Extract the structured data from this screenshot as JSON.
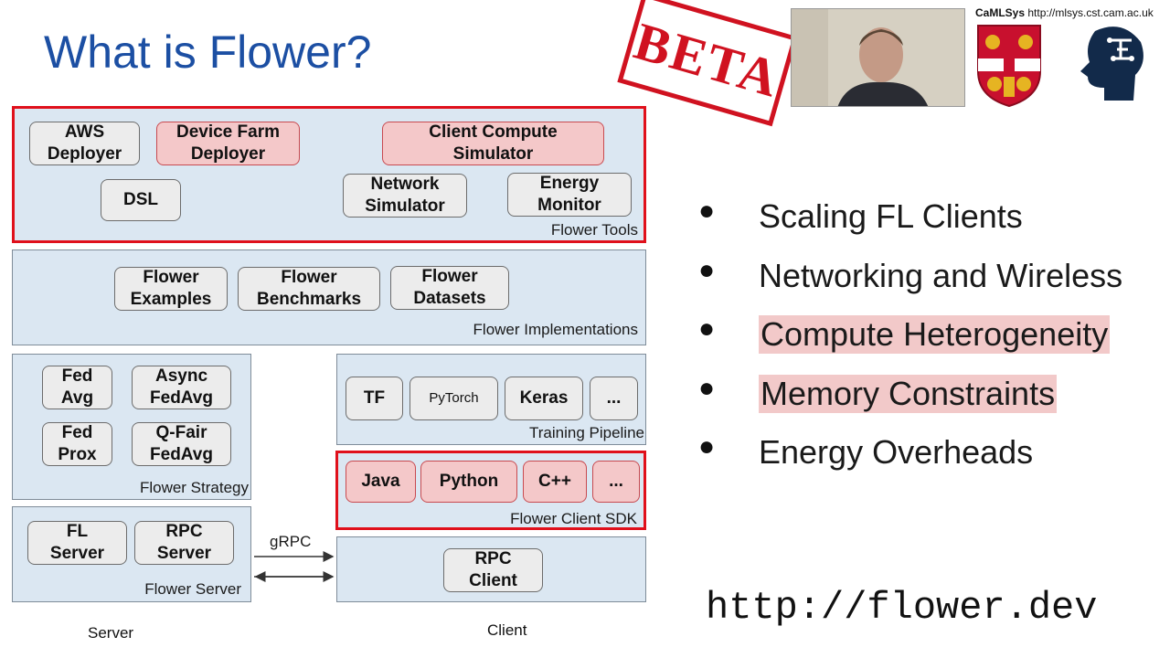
{
  "slide": {
    "title": "What is Flower?",
    "beta_stamp": "BETA",
    "branding": {
      "org": "CaMLSys",
      "url": "http://mlsys.cst.cam.ac.uk"
    }
  },
  "panels": {
    "tools": {
      "label": "Flower Tools",
      "items": [
        "AWS\nDeployer",
        "Device Farm\nDeployer",
        "Client Compute\nSimulator",
        "DSL",
        "Network\nSimulator",
        "Energy\nMonitor"
      ]
    },
    "implementations": {
      "label": "Flower Implementations",
      "items": [
        "Flower\nExamples",
        "Flower\nBenchmarks",
        "Flower\nDatasets"
      ]
    },
    "strategy": {
      "label": "Flower Strategy",
      "items": [
        "Fed\nAvg",
        "Async\nFedAvg",
        "Fed\nProx",
        "Q-Fair\nFedAvg"
      ]
    },
    "training": {
      "label": "Training Pipeline",
      "items": [
        "TF",
        "PyTorch",
        "Keras",
        "..."
      ]
    },
    "sdk": {
      "label": "Flower Client SDK",
      "items": [
        "Java",
        "Python",
        "C++",
        "..."
      ]
    },
    "server": {
      "label": "Flower Server",
      "items": [
        "FL\nServer",
        "RPC\nServer"
      ]
    },
    "client": {
      "items": [
        "RPC\nClient"
      ]
    }
  },
  "connections": {
    "grpc_label": "gRPC"
  },
  "sections": {
    "server_label": "Server",
    "client_label": "Client"
  },
  "bullets": [
    {
      "text": "Scaling FL Clients",
      "highlight": false
    },
    {
      "text": "Networking and Wireless",
      "highlight": false
    },
    {
      "text": "Compute Heterogeneity",
      "highlight": true
    },
    {
      "text": "Memory Constraints",
      "highlight": true
    },
    {
      "text": "Energy Overheads",
      "highlight": false
    }
  ],
  "footer_url": "http://flower.dev",
  "colors": {
    "title_blue": "#1c4fa3",
    "panel_bg": "#dbe7f2",
    "red_border": "#e0101b",
    "pink_box": "#f4c8c9",
    "highlight": "#f2c9c9"
  }
}
